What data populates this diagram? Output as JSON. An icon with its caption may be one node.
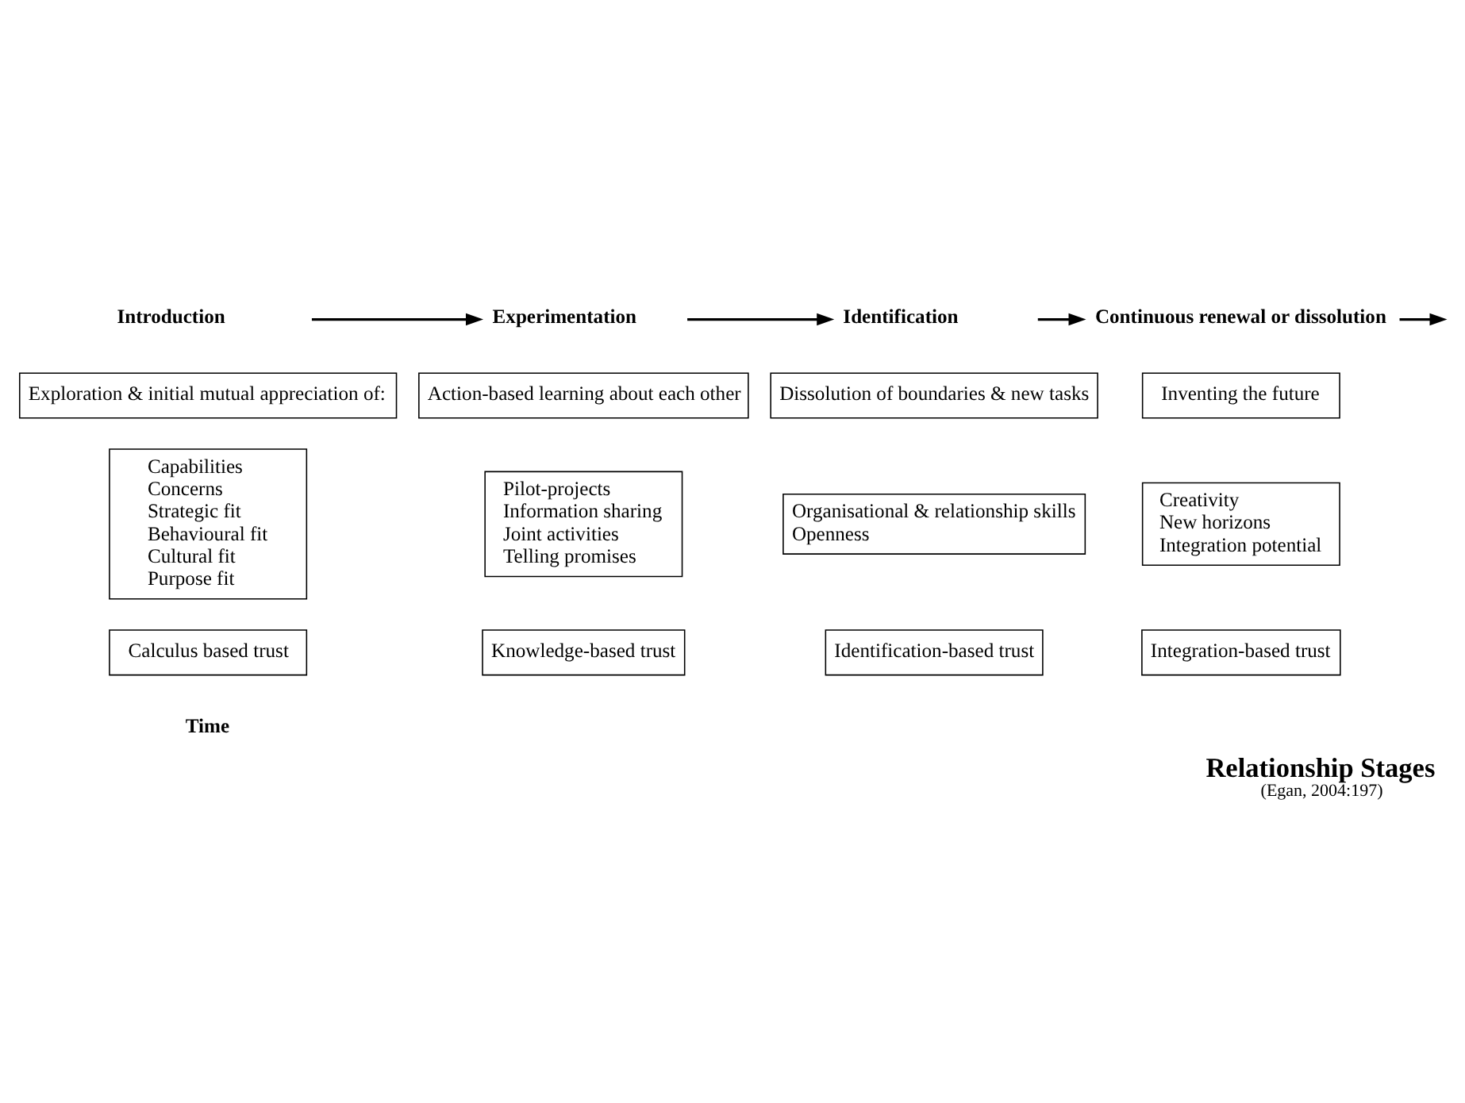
{
  "diagram": {
    "title": "Relationship Stages",
    "caption": "(Egan, 2004:197)",
    "nodes": [
      {
        "text": [
          "Introduction"
        ]
      },
      {
        "text": [
          "Exploration & initial mutual appreciation of:"
        ]
      },
      {
        "text": [
          "Capabilities",
          "Concerns",
          "Strategic fit",
          "Behavioural fit",
          "Cultural fit",
          "Purpose fit"
        ]
      },
      {
        "text": [
          "Calculus based trust"
        ]
      },
      {
        "text": [
          "Experimentation"
        ]
      },
      {
        "text": [
          "Action-based learning about each other"
        ]
      },
      {
        "text": [
          "Pilot-projects",
          "Information sharing",
          "Joint activities",
          "Telling promises"
        ]
      },
      {
        "text": [
          "Knowledge-based trust"
        ]
      },
      {
        "text": [
          "Identification"
        ]
      },
      {
        "text": [
          "Dissolution of boundaries & new tasks"
        ]
      },
      {
        "text": [
          "Organisational & relationship skills",
          "Openness"
        ]
      },
      {
        "text": [
          "Identification-based trust"
        ]
      },
      {
        "text": [
          "Continuous renewal or dissolution"
        ]
      },
      {
        "text": [
          "Inventing the future"
        ]
      },
      {
        "text": [
          "Creativity",
          "New horizons",
          "Integration potential"
        ]
      },
      {
        "text": [
          "Integration-based trust"
        ]
      }
    ],
    "edges": [
      {
        "from": 0,
        "to": 4,
        "arrow": "to"
      },
      {
        "from": 4,
        "to": 8,
        "arrow": "to"
      },
      {
        "from": 8,
        "to": 12,
        "arrow": "to"
      },
      {
        "from": 12,
        "to": null,
        "arrow": "to"
      }
    ],
    "labels": [
      "Time"
    ]
  }
}
